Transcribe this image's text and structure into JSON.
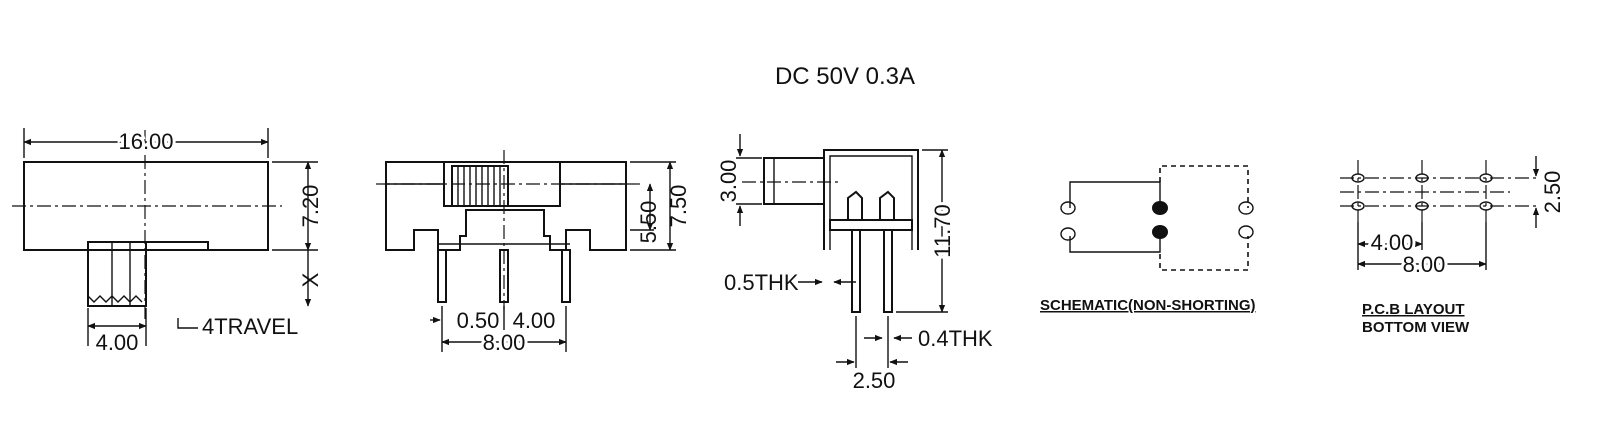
{
  "title": "DC  50V  0.3A",
  "views": {
    "side": {
      "width": "16.00",
      "height": "7.20",
      "x": "X",
      "knob": "4.00",
      "travel": "4TRAVEL"
    },
    "front": {
      "h1": "5.50",
      "h2": "7.50",
      "pin": "0.50",
      "pitch": "4.00",
      "span": "8.00"
    },
    "end": {
      "shaft": "3.00",
      "height": "11.70",
      "frame_thk": "0.5THK",
      "pin_thk": "0.4THK",
      "pitch": "2.50"
    },
    "schematic": {
      "label": "SCHEMATIC(NON-SHORTING)"
    },
    "pcb": {
      "pitch": "4.00",
      "span": "8.00",
      "row": "2.50",
      "label1": "P.C.B LAYOUT",
      "label2": "BOTTOM VIEW"
    }
  }
}
